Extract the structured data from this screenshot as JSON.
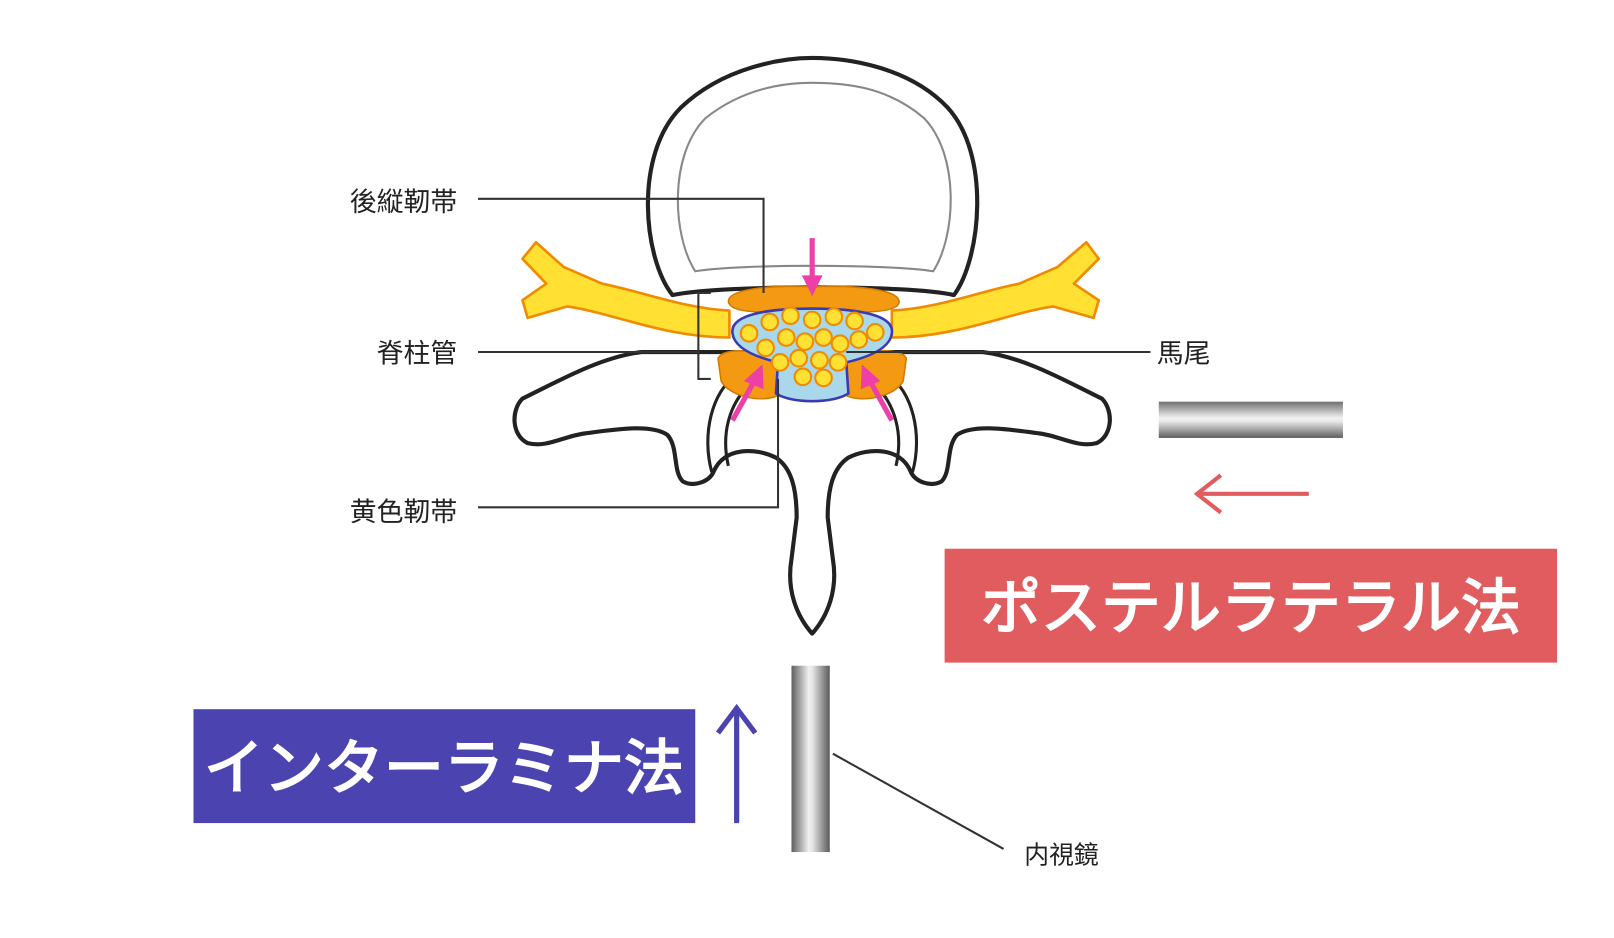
{
  "labels": {
    "posterior_longitudinal_ligament": "後縦靭帯",
    "spinal_canal": "脊柱管",
    "ligamentum_flavum": "黄色靭帯",
    "cauda_equina": "馬尾",
    "endoscope": "内視鏡"
  },
  "methods": {
    "posterolateral": {
      "label": "ポステルラテラル法",
      "color": "#e05c5f",
      "arrow_direction": "left"
    },
    "interlaminar": {
      "label": "インターラミナ法",
      "color": "#4a43b0",
      "arrow_direction": "up"
    }
  },
  "colors": {
    "nerve": "#ffe033",
    "ligament": "#f39a12",
    "canal": "#a9d8ea",
    "compression_arrows": "#ee3fa6",
    "endoscope": "#8a8a8a"
  },
  "icons": [
    "endoscope-horizontal-icon",
    "endoscope-vertical-icon",
    "compression-arrow-icon"
  ]
}
